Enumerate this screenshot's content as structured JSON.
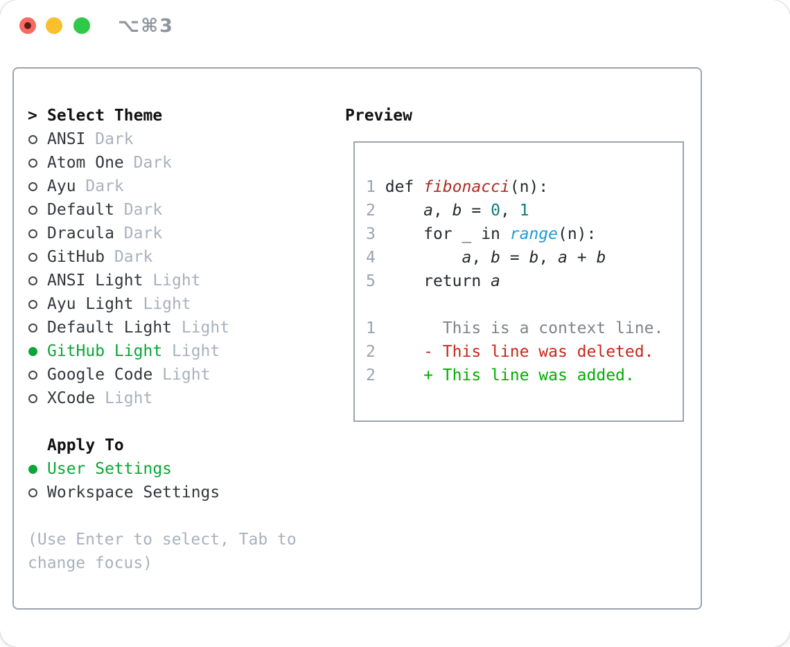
{
  "window": {
    "shortcut": "⌥⌘3",
    "traffic_lights": [
      "close",
      "minimize",
      "zoom"
    ]
  },
  "colors": {
    "accent_green": "#0aa637",
    "panel_border": "#9aa3ae",
    "muted_text": "#a8b1bd",
    "item_text": "#32373c",
    "header_text": "#111111",
    "line_number": "#98a2b0",
    "code_function_red": "#b02a24",
    "code_number_teal": "#0f7b7b",
    "code_builtin_blue": "#1a9dd9",
    "diff_context_gray": "#7f8489",
    "diff_deleted_red": "#c7261a",
    "diff_added_green": "#00ad00",
    "traffic_red": "#f56b62",
    "traffic_yellow": "#f9bf2d",
    "traffic_green": "#30c848",
    "shortcut_gray": "#8e959e"
  },
  "theme_panel": {
    "title_marker": ">",
    "title": "Select Theme",
    "themes": [
      {
        "name": "ANSI",
        "variant": "Dark",
        "selected": false
      },
      {
        "name": "Atom One",
        "variant": "Dark",
        "selected": false
      },
      {
        "name": "Ayu",
        "variant": "Dark",
        "selected": false
      },
      {
        "name": "Default",
        "variant": "Dark",
        "selected": false
      },
      {
        "name": "Dracula",
        "variant": "Dark",
        "selected": false
      },
      {
        "name": "GitHub",
        "variant": "Dark",
        "selected": false
      },
      {
        "name": "ANSI Light",
        "variant": "Light",
        "selected": false
      },
      {
        "name": "Ayu Light",
        "variant": "Light",
        "selected": false
      },
      {
        "name": "Default Light",
        "variant": "Light",
        "selected": false
      },
      {
        "name": "GitHub Light",
        "variant": "Light",
        "selected": true
      },
      {
        "name": "Google Code",
        "variant": "Light",
        "selected": false
      },
      {
        "name": "XCode",
        "variant": "Light",
        "selected": false
      }
    ],
    "apply_to": {
      "title": "Apply To",
      "options": [
        {
          "name": "User Settings",
          "selected": true
        },
        {
          "name": "Workspace Settings",
          "selected": false
        }
      ]
    },
    "hint_lines": [
      "(Use Enter to select, Tab to",
      "change focus)"
    ]
  },
  "preview": {
    "title": "Preview",
    "code_lines": [
      {
        "num": "1",
        "segments": [
          {
            "t": "def ",
            "c": "code"
          },
          {
            "t": "fibonacci",
            "c": "func"
          },
          {
            "t": "(n):",
            "c": "code"
          }
        ]
      },
      {
        "num": "2",
        "segments": [
          {
            "t": "    ",
            "c": "code"
          },
          {
            "t": "a",
            "c": "var"
          },
          {
            "t": ", ",
            "c": "code"
          },
          {
            "t": "b",
            "c": "var"
          },
          {
            "t": " = ",
            "c": "code"
          },
          {
            "t": "0",
            "c": "num"
          },
          {
            "t": ", ",
            "c": "code"
          },
          {
            "t": "1",
            "c": "num"
          }
        ]
      },
      {
        "num": "3",
        "segments": [
          {
            "t": "    for _ in ",
            "c": "code"
          },
          {
            "t": "range",
            "c": "builtin"
          },
          {
            "t": "(n):",
            "c": "code"
          }
        ]
      },
      {
        "num": "4",
        "segments": [
          {
            "t": "        ",
            "c": "code"
          },
          {
            "t": "a",
            "c": "var"
          },
          {
            "t": ", ",
            "c": "code"
          },
          {
            "t": "b",
            "c": "var"
          },
          {
            "t": " = ",
            "c": "code"
          },
          {
            "t": "b",
            "c": "var"
          },
          {
            "t": ", ",
            "c": "code"
          },
          {
            "t": "a",
            "c": "var"
          },
          {
            "t": " + ",
            "c": "code"
          },
          {
            "t": "b",
            "c": "var"
          }
        ]
      },
      {
        "num": "5",
        "segments": [
          {
            "t": "    return ",
            "c": "code"
          },
          {
            "t": "a",
            "c": "var"
          }
        ]
      },
      {
        "num": "",
        "segments": []
      },
      {
        "num": "1",
        "segments": [
          {
            "t": "      This is a context line.",
            "c": "context"
          }
        ]
      },
      {
        "num": "2",
        "segments": [
          {
            "t": "    - This line was deleted.",
            "c": "deleted"
          }
        ]
      },
      {
        "num": "2",
        "segments": [
          {
            "t": "    + This line was added.",
            "c": "added"
          }
        ]
      }
    ]
  }
}
